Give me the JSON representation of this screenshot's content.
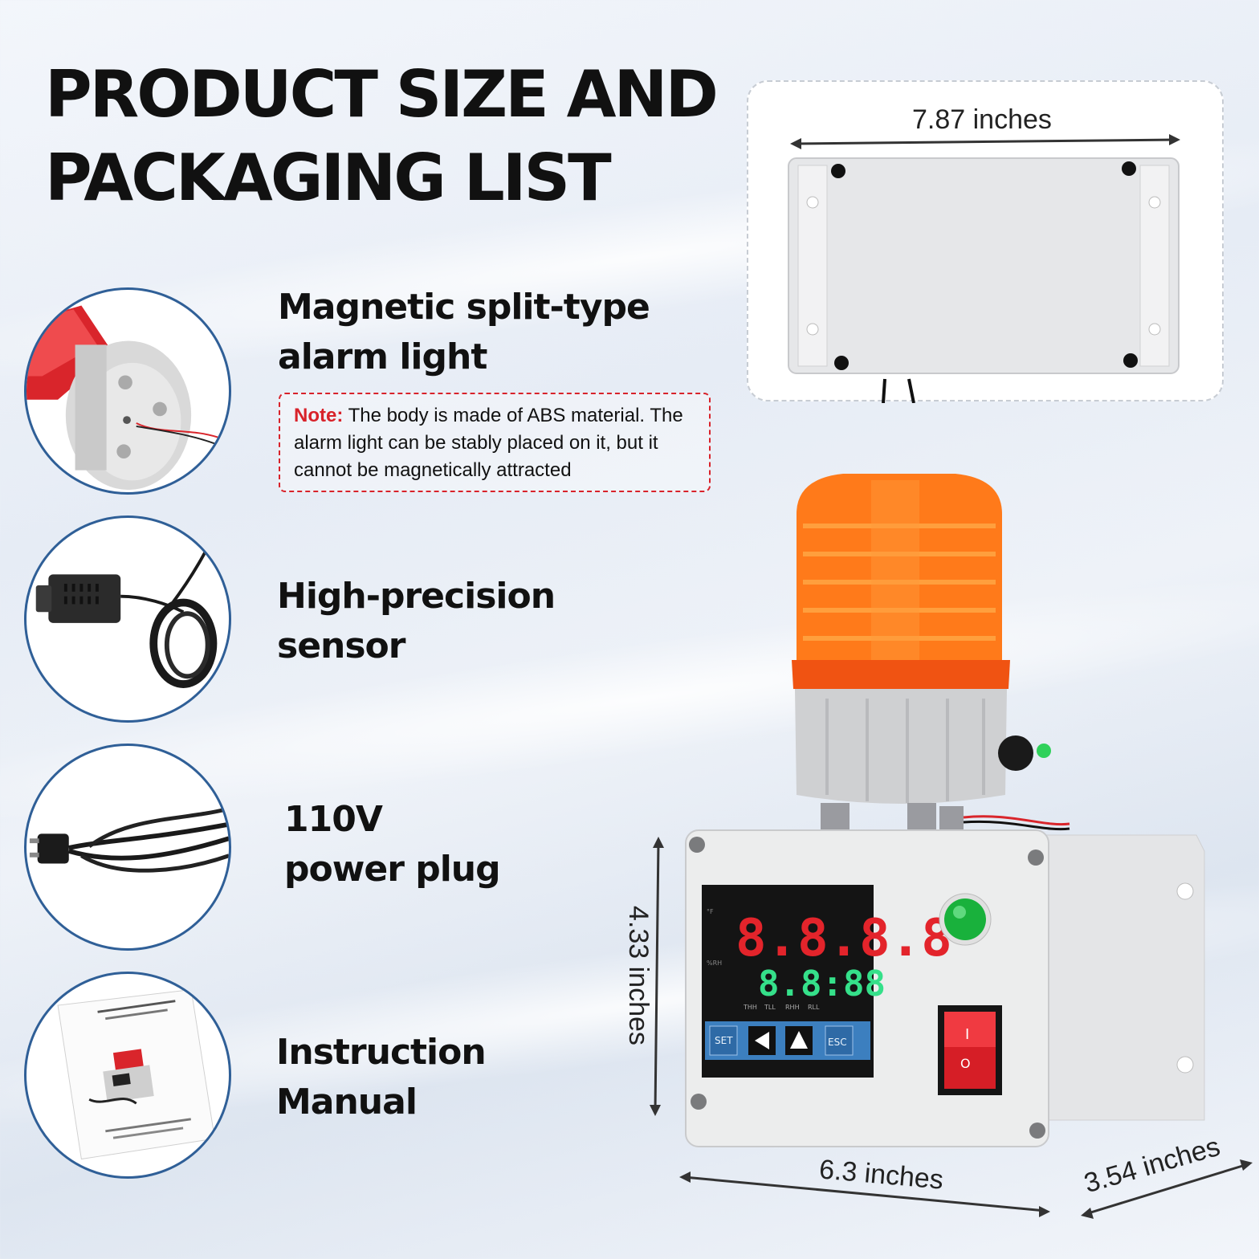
{
  "title": {
    "line1": "PRODUCT SIZE AND",
    "line2": "PACKAGING LIST"
  },
  "items": [
    {
      "line1": "Magnetic split-type",
      "line2": "alarm light",
      "icon": "alarm-light-base-icon"
    },
    {
      "line1": "High-precision",
      "line2": "sensor",
      "icon": "sensor-cable-icon"
    },
    {
      "line1": "110V",
      "line2": "power plug",
      "icon": "power-plug-icon"
    },
    {
      "line1": "Instruction",
      "line2": "Manual",
      "icon": "manual-document-icon"
    }
  ],
  "note": {
    "label": "Note:",
    "text": " The body is made of ABS material. The alarm light can be stably placed on it, but it cannot be magnetically attracted"
  },
  "dimensions": {
    "top_width": "7.87 inches",
    "height": "4.33 inches",
    "width": "6.3 inches",
    "depth": "3.54 inches"
  },
  "controller": {
    "top_display": "8.8.8.8",
    "bottom_display": "8.8:88",
    "indicators": [
      "THH",
      "TLL",
      "RHH",
      "RLL"
    ],
    "set_label": "SET",
    "esc_label": "ESC",
    "unit_top": "°F",
    "unit_bottom": "%RH"
  },
  "switch": {
    "on": "I",
    "off": "O"
  },
  "colors": {
    "accent_red": "#d8222a",
    "circle_border": "#2f5f97",
    "beacon_orange": "#ff6a0a",
    "led_red": "#e3242b",
    "led_green": "#35e08a"
  }
}
